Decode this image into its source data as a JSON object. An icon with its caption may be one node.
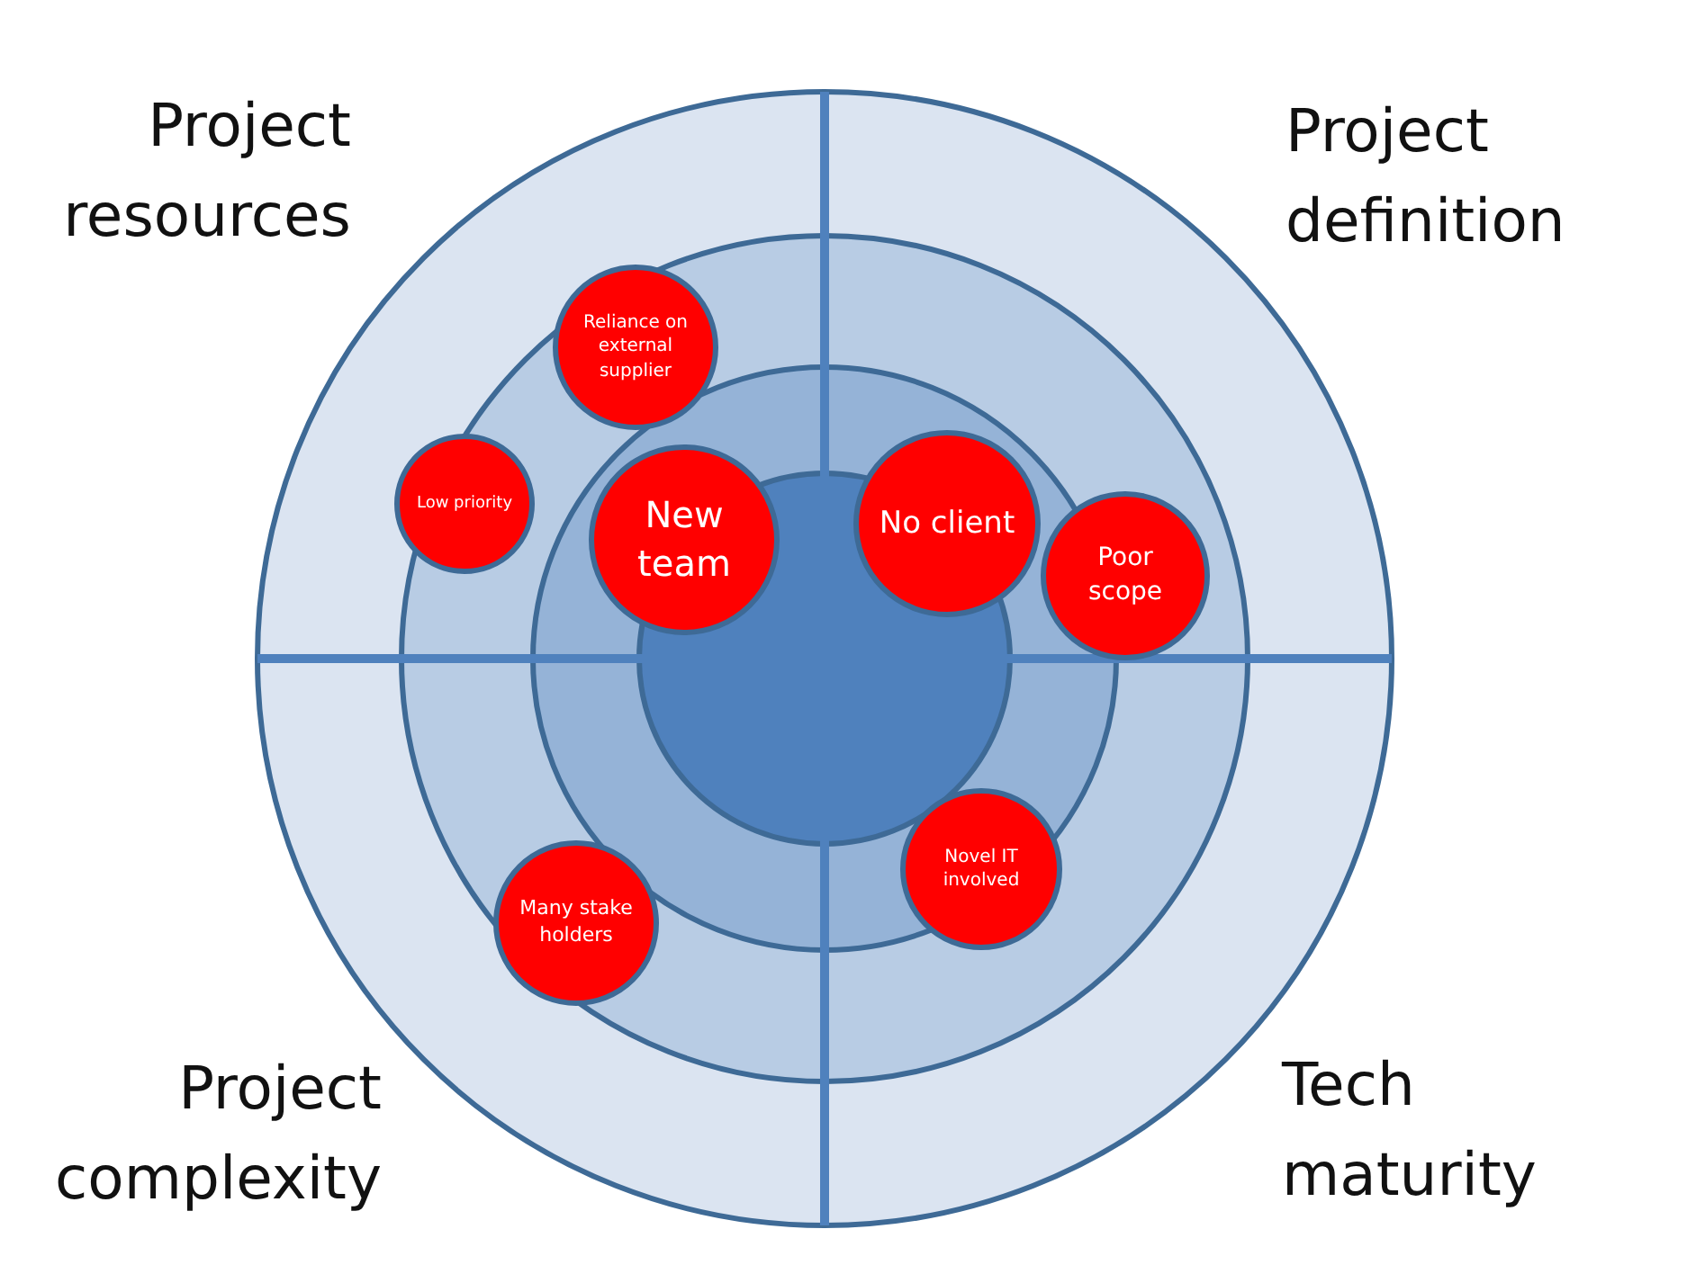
{
  "diagram": {
    "nodes": [
      {
        "text": [
          "Reliance on external supplier"
        ]
      },
      {
        "text": [
          "Low priority"
        ]
      },
      {
        "text": [
          "New team"
        ]
      },
      {
        "text": [
          "No client"
        ]
      },
      {
        "text": [
          "Poor scope"
        ]
      },
      {
        "text": [
          "Novel IT involved"
        ]
      },
      {
        "text": [
          "Many stake holders"
        ]
      }
    ],
    "labels": [
      "Project resources",
      "Project definition",
      "Project complexity",
      "Tech maturity"
    ]
  }
}
